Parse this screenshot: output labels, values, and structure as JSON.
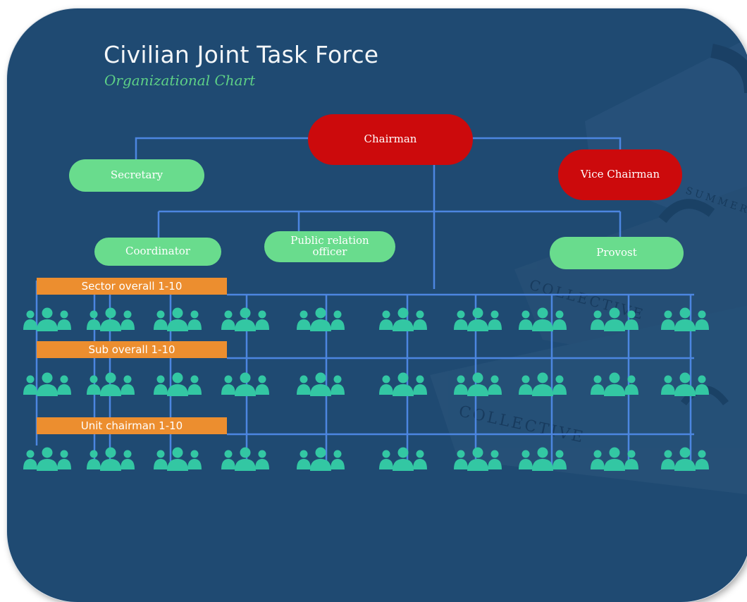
{
  "title": "Civilian Joint Task Force",
  "subtitle": "Organizational Chart",
  "nodes": {
    "chairman": "Chairman",
    "secretary": "Secretary",
    "vice_chairman": "Vice Chairman",
    "coordinator": "Coordinator",
    "public_relation_officer": "Public relation officer",
    "provost": "Provost"
  },
  "levels": {
    "sector": "Sector overall 1-10",
    "sub": "Sub overall 1-10",
    "unit": "Unit chairman 1-10"
  },
  "background_text": {
    "book1": "SUMMER",
    "book2": "COLLECTIVE",
    "book3": "COLLECTIVE"
  },
  "colors": {
    "background": "#1f4a72",
    "red_node": "#cc0a0c",
    "green_node": "#69dc8d",
    "level_bar": "#ec8e2f",
    "connector": "#4c86e0",
    "person_icon": "#33c7a3"
  },
  "person_icon": "group-icon",
  "person_columns": 10,
  "person_rows": 3
}
